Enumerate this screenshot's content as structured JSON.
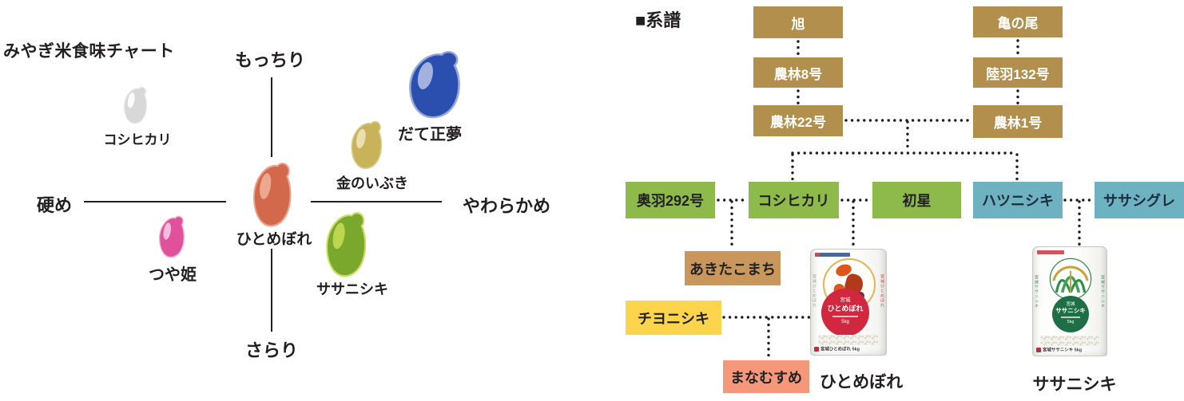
{
  "taste_chart": {
    "title": "みやぎ米食味チャート",
    "axes": {
      "top": "もっちり",
      "bottom": "さらり",
      "left": "硬め",
      "right": "やわらかめ"
    },
    "varieties": [
      {
        "name": "コシヒカリ",
        "body": "#d8d8d8",
        "outline": "#ececec",
        "highlight": "#fcfcfc"
      },
      {
        "name": "だて正夢",
        "body": "#2a4fae",
        "outline": "#97a7da",
        "highlight": "#a3b1de"
      },
      {
        "name": "金のいぶき",
        "body": "#c8b25a",
        "outline": "#dccf93",
        "highlight": "#ecdfae"
      },
      {
        "name": "ひとめぼれ",
        "body": "#d2694b",
        "outline": "#eda28f",
        "highlight": "#efa890"
      },
      {
        "name": "つや姫",
        "body": "#e0519b",
        "outline": "#f3aed2",
        "highlight": "#f6bcd9"
      },
      {
        "name": "ササニシキ",
        "body": "#79a82c",
        "outline": "#cadf66",
        "highlight": "#bcd74d"
      }
    ]
  },
  "chart_data": {
    "type": "scatter",
    "title": "みやぎ米食味チャート",
    "x_axis": {
      "left_label": "硬め",
      "right_label": "やわらかめ",
      "range": [
        -1,
        1
      ]
    },
    "y_axis": {
      "bottom_label": "さらり",
      "top_label": "もっちり",
      "range": [
        -1,
        1
      ]
    },
    "points": [
      {
        "name": "コシヒカリ",
        "x": -0.72,
        "y": 0.78
      },
      {
        "name": "だて正夢",
        "x": 0.95,
        "y": 0.93
      },
      {
        "name": "金のいぶき",
        "x": 0.56,
        "y": 0.45
      },
      {
        "name": "ひとめぼれ",
        "x": 0.0,
        "y": 0.05
      },
      {
        "name": "つや姫",
        "x": -0.53,
        "y": -0.27
      },
      {
        "name": "ササニシキ",
        "x": 0.44,
        "y": -0.34
      }
    ]
  },
  "genealogy": {
    "title": "■系譜",
    "colors": {
      "ancestor": "#b28f4c",
      "parent_green": "#8dba4a",
      "parent_teal": "#6eb1c0",
      "akitakomachi": "#c9975c",
      "chiyonishiki": "#fcd54d",
      "manamusume": "#f4977b",
      "connector": "#1d1d1b",
      "text_light": "#ffffff",
      "text_dark": "#222222",
      "text_teal_dark": "#1c2e3c"
    },
    "nodes": [
      {
        "label": "旭",
        "bg": "#b28f4c",
        "fg": "#ffffff"
      },
      {
        "label": "農林8号",
        "bg": "#b28f4c",
        "fg": "#ffffff"
      },
      {
        "label": "農林22号",
        "bg": "#b28f4c",
        "fg": "#ffffff"
      },
      {
        "label": "亀の尾",
        "bg": "#b28f4c",
        "fg": "#ffffff"
      },
      {
        "label": "陸羽132号",
        "bg": "#b28f4c",
        "fg": "#ffffff"
      },
      {
        "label": "農林1号",
        "bg": "#b28f4c",
        "fg": "#ffffff"
      },
      {
        "label": "奥羽292号",
        "bg": "#8dba4a",
        "fg": "#222222"
      },
      {
        "label": "コシヒカリ",
        "bg": "#8dba4a",
        "fg": "#222222"
      },
      {
        "label": "初星",
        "bg": "#8dba4a",
        "fg": "#222222"
      },
      {
        "label": "ハツニシキ",
        "bg": "#6eb1c0",
        "fg": "#1c2e3c"
      },
      {
        "label": "ササシグレ",
        "bg": "#6eb1c0",
        "fg": "#1c2e3c"
      },
      {
        "label": "あきたこまち",
        "bg": "#c9975c",
        "fg": "#222222"
      },
      {
        "label": "チヨニシキ",
        "bg": "#fcd54d",
        "fg": "#222222"
      },
      {
        "label": "まなむすめ",
        "bg": "#f4977b",
        "fg": "#222222"
      }
    ],
    "bags": [
      {
        "label": "ひとめぼれ",
        "region": "宮城",
        "brand": "ひとめぼれ",
        "weight": "5kg",
        "bottom_text": "宮城ひとめぼれ 5kg"
      },
      {
        "label": "ササニシキ",
        "region": "宮城",
        "brand": "ササニシキ",
        "weight": "5kg",
        "bottom_text": "宮城ササニシキ 5kg"
      }
    ]
  }
}
